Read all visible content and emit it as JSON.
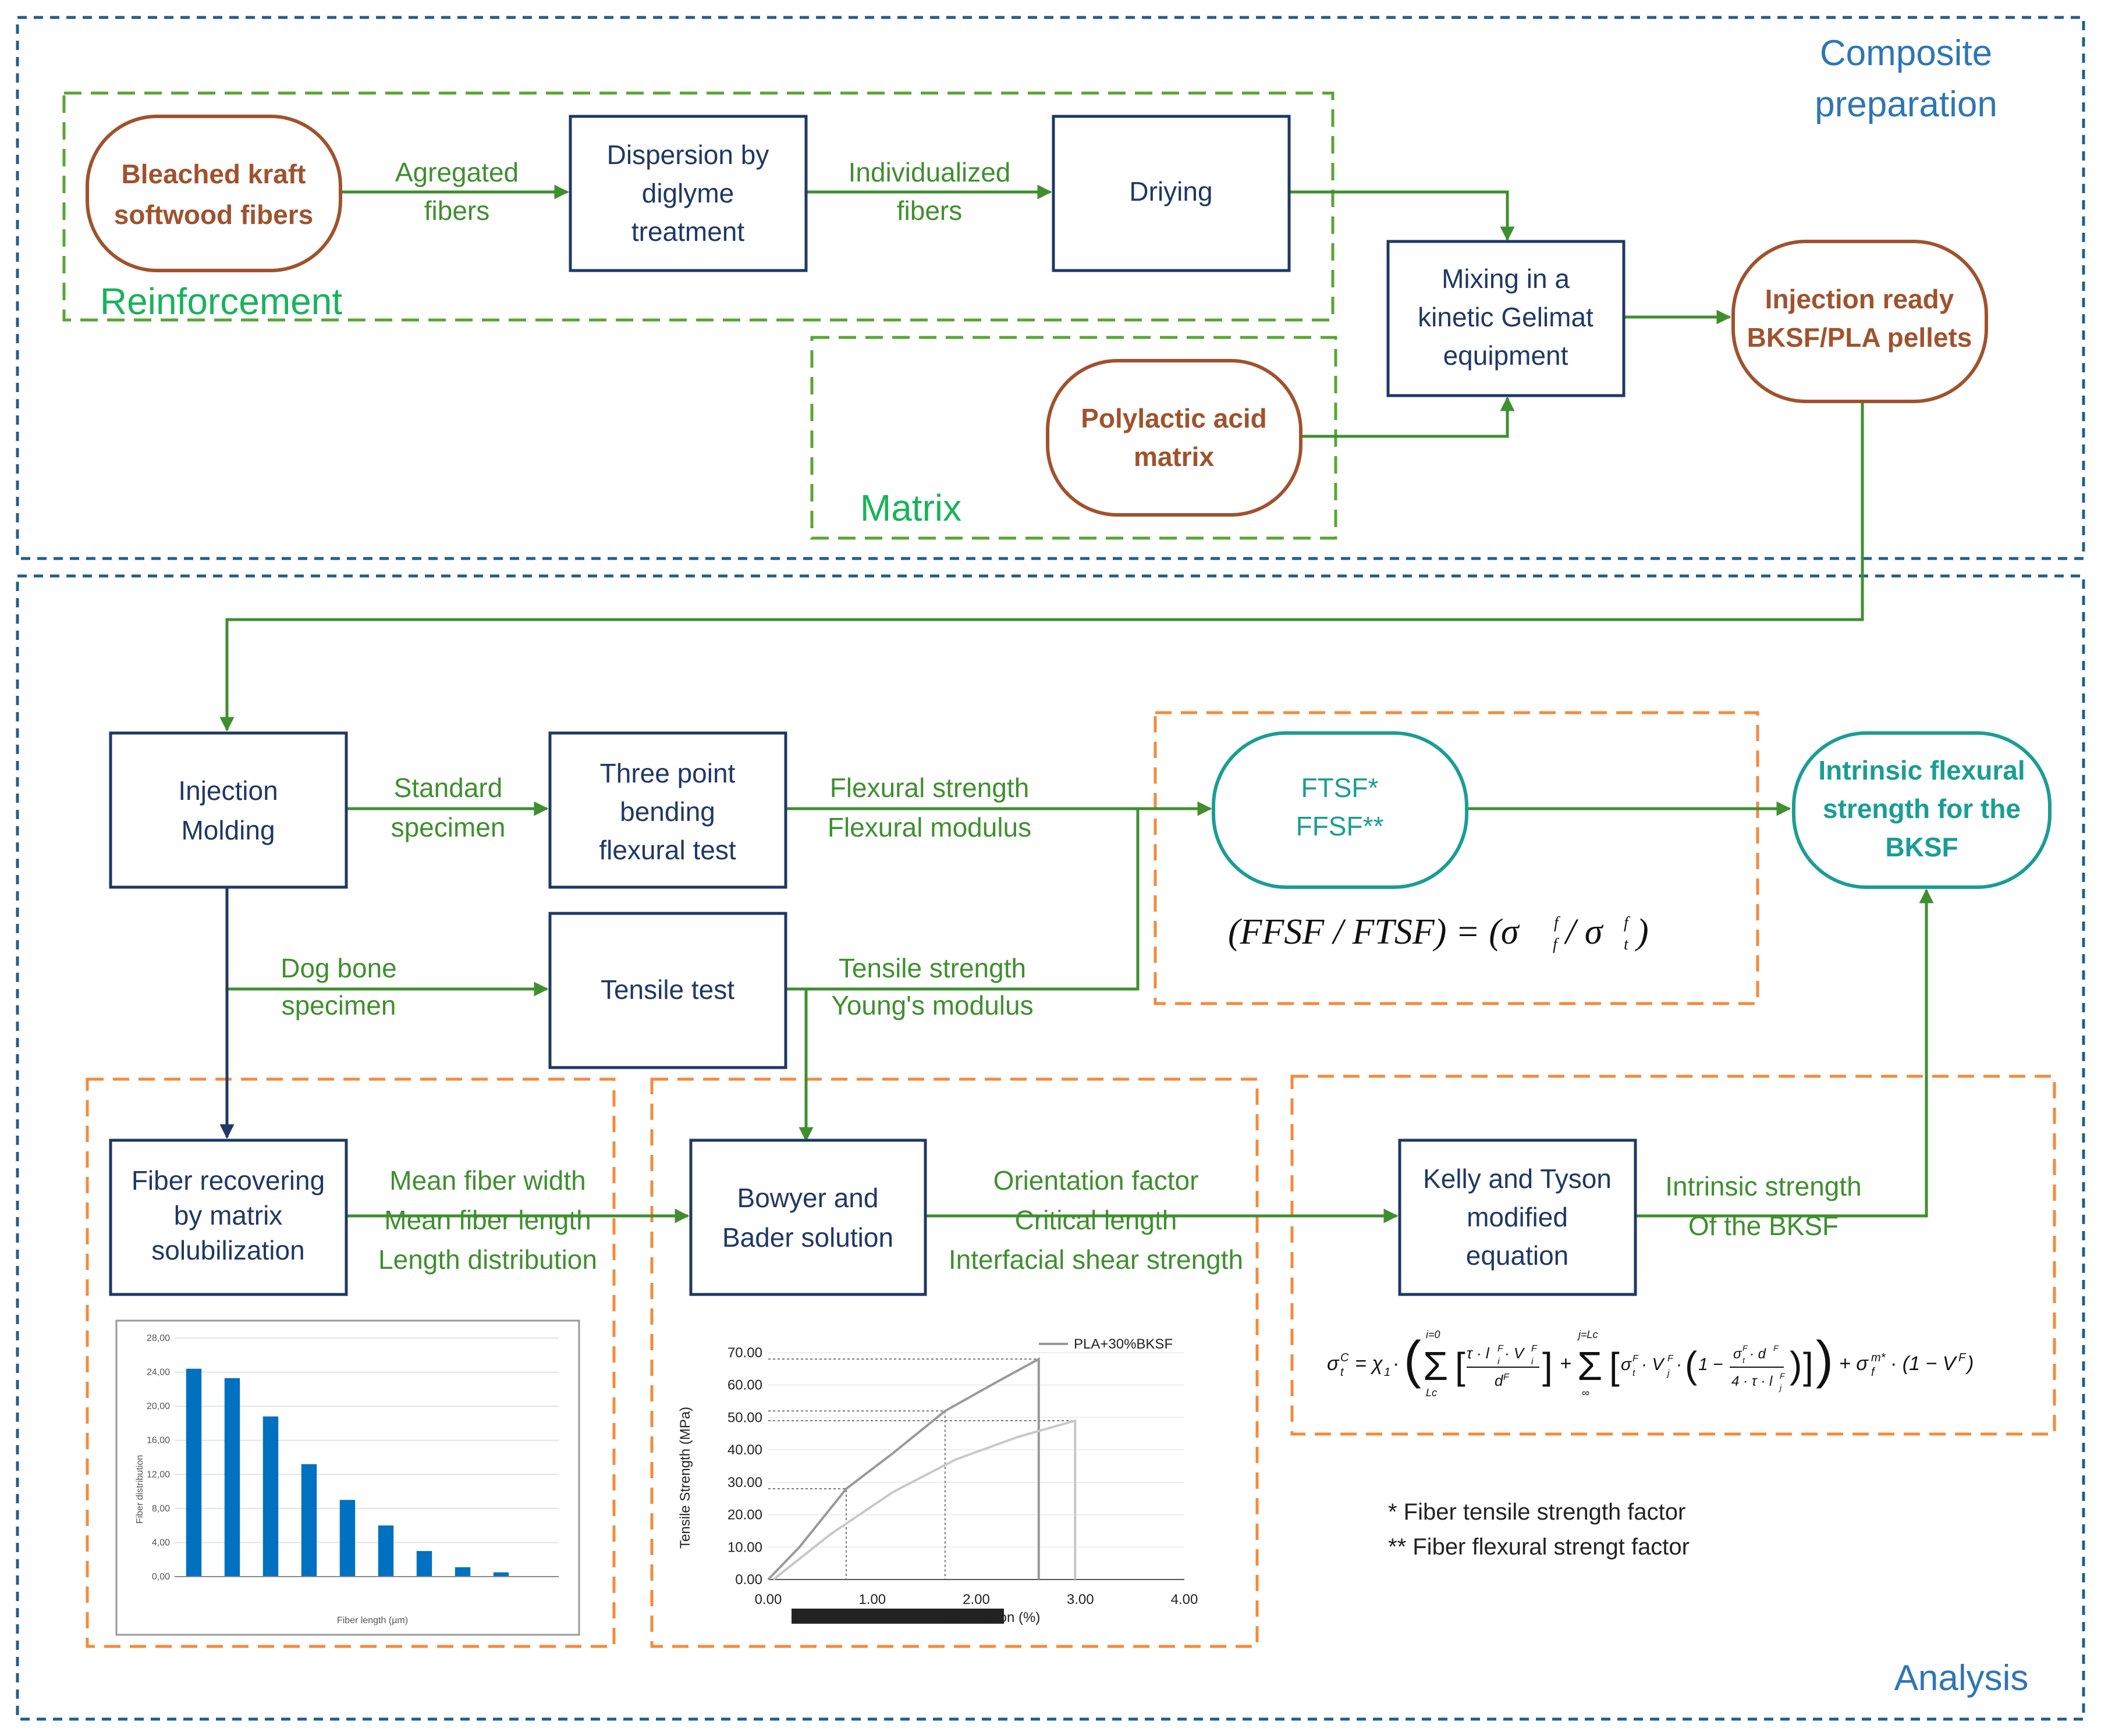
{
  "sections": {
    "top": "Composite\npreparation",
    "bottom": "Analysis"
  },
  "groups": {
    "reinforcement": "Reinforcement",
    "matrix": "Matrix"
  },
  "nodes": {
    "fibers": "Bleached kraft\nsoftwood fibers",
    "dispersion": "Dispersion by\ndiglyme\ntreatment",
    "drying": "Driying",
    "mixing": "Mixing in a\nkinetic Gelimat\nequipment",
    "pla": "Polylactic acid\nmatrix",
    "pellets": "Injection ready\nBKSF/PLA pellets",
    "injection": "Injection\nMolding",
    "three_point": "Three point\nbending\nflexural test",
    "tensile": "Tensile test",
    "ftsf": "FTSF*\nFFSF**",
    "intrinsic": "Intrinsic flexural\nstrength for the\nBKSF",
    "fiber_recovering": "Fiber recovering\nby matrix\nsolubilization",
    "bowyer": "Bowyer and\nBader solution",
    "kelly": "Kelly and Tyson\nmodified\nequation"
  },
  "edge_labels": {
    "agregated": "Agregated\nfibers",
    "individualized": "Individualized\nfibers",
    "standard": "Standard\nspecimen",
    "flexural": "Flexural strength\nFlexural modulus",
    "dogbone": "Dog bone\nspecimen",
    "tensile_out": "Tensile strength\nYoung's modulus",
    "fiber_props": "Mean fiber width\nMean fiber length\nLength distribution",
    "bowyer_out": "Orientation factor\nCritical length\nInterfacial shear strength",
    "intrinsic_strength": "Intrinsic strength\nOf the BKSF"
  },
  "formulas": {
    "ratio": "(FFSF / FTSF) = (σf f / σt f)",
    "kelly": "σtC = χ1 · ( Σ[τ·li F·Vi F / dF] + Σ[σt F·Vj F·(1 − σt F·dF / 4·τ·lj F)] ) + σf m* · (1 − VF)"
  },
  "notes": {
    "n1": "* Fiber tensile strength factor",
    "n2": "** Fiber flexural strengt factor"
  },
  "colors": {
    "section_border": "#1f5f8b",
    "green_dash": "#58a632",
    "orange_dash": "#f58a3a",
    "box_border": "#1f3864",
    "arrow": "#3f8f2f",
    "orange_round": "#a0522d",
    "teal_round": "#1a9d94",
    "bar": "#0070c0"
  },
  "histogram": {
    "ylabel": "Fiber distribution",
    "xlabel": "Fiber length (µm)",
    "yticks": [
      "0,00",
      "4,00",
      "8,00",
      "12,00",
      "16,00",
      "20,00",
      "24,00",
      "28,00"
    ],
    "values": [
      24.4,
      23.3,
      18.8,
      13.2,
      9.0,
      6.0,
      3.0,
      1.1,
      0.5,
      0.0
    ],
    "ymax": 28
  },
  "stress_strain": {
    "legend": "PLA+30%BKSF",
    "ylabel": "Tensile Strength (MPa)",
    "xlabel": "Deformation (%)",
    "yticks": [
      "0.00",
      "10.00",
      "20.00",
      "30.00",
      "40.00",
      "50.00",
      "60.00",
      "70.00"
    ],
    "xticks": [
      "0.00",
      "1.00",
      "2.00",
      "3.00",
      "4.00"
    ],
    "xmax": 4.0,
    "ymax": 70,
    "composite_curve": [
      [
        0,
        0
      ],
      [
        0.3,
        10
      ],
      [
        0.5,
        18
      ],
      [
        0.75,
        28
      ],
      [
        1.2,
        39
      ],
      [
        1.7,
        52
      ],
      [
        2.2,
        61
      ],
      [
        2.6,
        68
      ]
    ],
    "matrix_curve": [
      [
        0.05,
        0
      ],
      [
        0.6,
        14
      ],
      [
        1.2,
        27
      ],
      [
        1.8,
        37
      ],
      [
        2.4,
        44
      ],
      [
        2.95,
        49
      ]
    ]
  }
}
